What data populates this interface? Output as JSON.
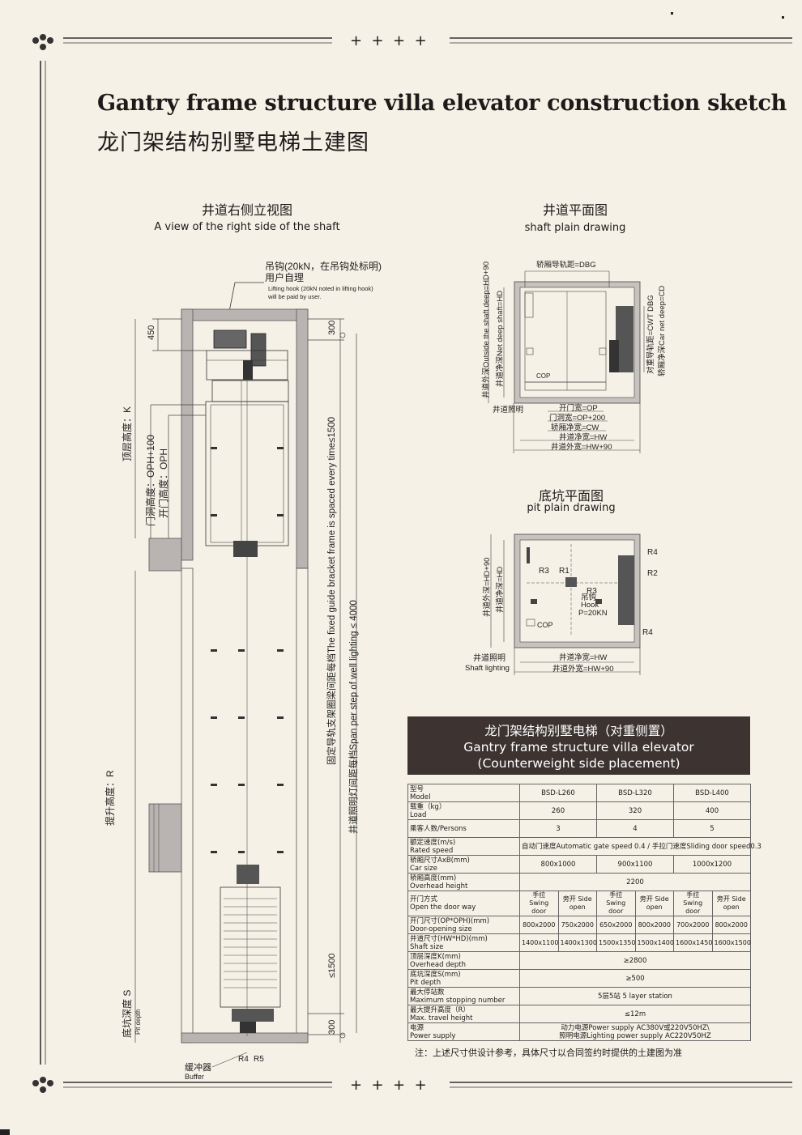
{
  "title_en": "Gantry frame structure villa elevator construction sketch",
  "title_zh": "龙门架结构别墅电梯土建图",
  "side_view": {
    "title_zh": "井道右侧立视图",
    "title_en": "A view of the right side of the shaft",
    "hook_zh_1": "吊钩(20kN，在吊钩处标明)",
    "hook_zh_2": "用户自理",
    "hook_en_1": "Lifting hook (20kN noted in lifting hook)",
    "hook_en_2": "will be paid by user.",
    "dim_450": "450",
    "dim_300_top": "300",
    "dim_300_bottom": "300",
    "dim_1500": "≤1500",
    "overhead_label": "顶层高度：K",
    "door_hole_label": "门洞高度：OPH+100",
    "door_open_label": "开门高度：OPH",
    "travel_label": "提升高度：R",
    "pit_label": "底坑深度 S",
    "pit_label_en": "Pit depth",
    "guide_text": "固定导轨支架圈梁间距每档The fixed guide bracket frame is spaced every time≤1500",
    "lighting_text": "井道照明灯间距每档Span per step of well lighting ≤ 4000",
    "buffer_zh": "缓冲器",
    "buffer_en": "Buffer",
    "r4r5": "R4",
    "r5": "R5"
  },
  "shaft_plan": {
    "title_zh": "井道平面图",
    "title_en": "shaft plain drawing",
    "dbg": "轿厢导轨距=DBG",
    "outside_deep": "井道外深Outside the shaft deep=HD+90",
    "net_deep": "井道净深Net deep shaft=HD",
    "cwt": "对重导轨距=CWT DBG",
    "cd": "轿厢净深Car net deep=CD",
    "cop": "COP",
    "light": "井道照明",
    "op": "开门宽=OP",
    "op200": "门洞宽=OP+200",
    "cw": "轿厢净宽=CW",
    "hw": "井道净宽=HW",
    "hw90": "井道外宽=HW+90"
  },
  "pit_plan": {
    "title_zh": "底坑平面图",
    "title_en": "pit plain drawing",
    "r1": "R1",
    "r2": "R2",
    "r3": "R3",
    "r3b": "R3",
    "r4": "R4",
    "r4b": "R4",
    "hook_zh": "吊钩",
    "hook_en": "Hook",
    "p": "P=20KN",
    "cop": "COP",
    "outside": "井道外深=HD+90",
    "net": "井道净深=HD",
    "light_zh": "井道照明",
    "light_en": "Shaft lighting",
    "hw": "井道净宽=HW",
    "hw90": "井道外宽=HW+90"
  },
  "spec": {
    "header_zh": "龙门架结构别墅电梯（对重侧置）",
    "header_en_1": "Gantry frame structure villa elevator",
    "header_en_2": "(Counterweight side placement)",
    "rows": [
      {
        "zh": "型号",
        "en": "Model",
        "vals": [
          "BSD-L260",
          "BSD-L320",
          "BSD-L400"
        ]
      },
      {
        "zh": "载重（kg）",
        "en": "Load",
        "vals": [
          "260",
          "320",
          "400"
        ]
      },
      {
        "zh": "乘客人数/Persons",
        "en": "",
        "vals": [
          "3",
          "4",
          "5"
        ]
      },
      {
        "zh": "额定速度(m/s)",
        "en": "Rated speed",
        "span": "自动门速度Automatic gate speed 0.4 / 手拉门速度Sliding door speed0.3"
      },
      {
        "zh": "轿厢尺寸AxB(mm)",
        "en": "Car size",
        "vals": [
          "800x1000",
          "900x1100",
          "1000x1200"
        ]
      },
      {
        "zh": "轿厢高度(mm)",
        "en": "Overhead height",
        "span": "2200"
      },
      {
        "zh": "开门方式",
        "en": "Open the door way",
        "six": [
          "手拉 Swing door",
          "旁开 Side open",
          "手拉 Swing door",
          "旁开 Side open",
          "手拉 Swing door",
          "旁开 Side open"
        ]
      },
      {
        "zh": "开门尺寸(OP*OPH)(mm)",
        "en": "Door-opening size",
        "six": [
          "800x2000",
          "750x2000",
          "650x2000",
          "800x2000",
          "700x2000",
          "800x2000"
        ]
      },
      {
        "zh": "井道尺寸(HW*HD)(mm)",
        "en": "Shaft size",
        "six": [
          "1400x1100",
          "1400x1300",
          "1500x1350",
          "1500x1400",
          "1600x1450",
          "1600x1500"
        ]
      },
      {
        "zh": "顶层深度K(mm)",
        "en": "Overhead depth",
        "span": "≥2800"
      },
      {
        "zh": "底坑深度S(mm)",
        "en": "Pit depth",
        "span": "≥500"
      },
      {
        "zh": "最大停站数",
        "en": "Maximum stopping number",
        "span": "5层5站 5 layer station"
      },
      {
        "zh": "最大提升高度（R）",
        "en": "Max. travel height",
        "span": "≤12m"
      },
      {
        "zh": "电源",
        "en": "Power supply",
        "span2": [
          "动力电源Power supply AC380V或220V50HZ\\",
          "照明电源Lighting power supply AC220V50HZ"
        ]
      }
    ],
    "note": "注：上述尺寸供设计参考，具体尺寸以合同签约时提供的土建图为准"
  },
  "ornament_plus": "+  +  +  +"
}
